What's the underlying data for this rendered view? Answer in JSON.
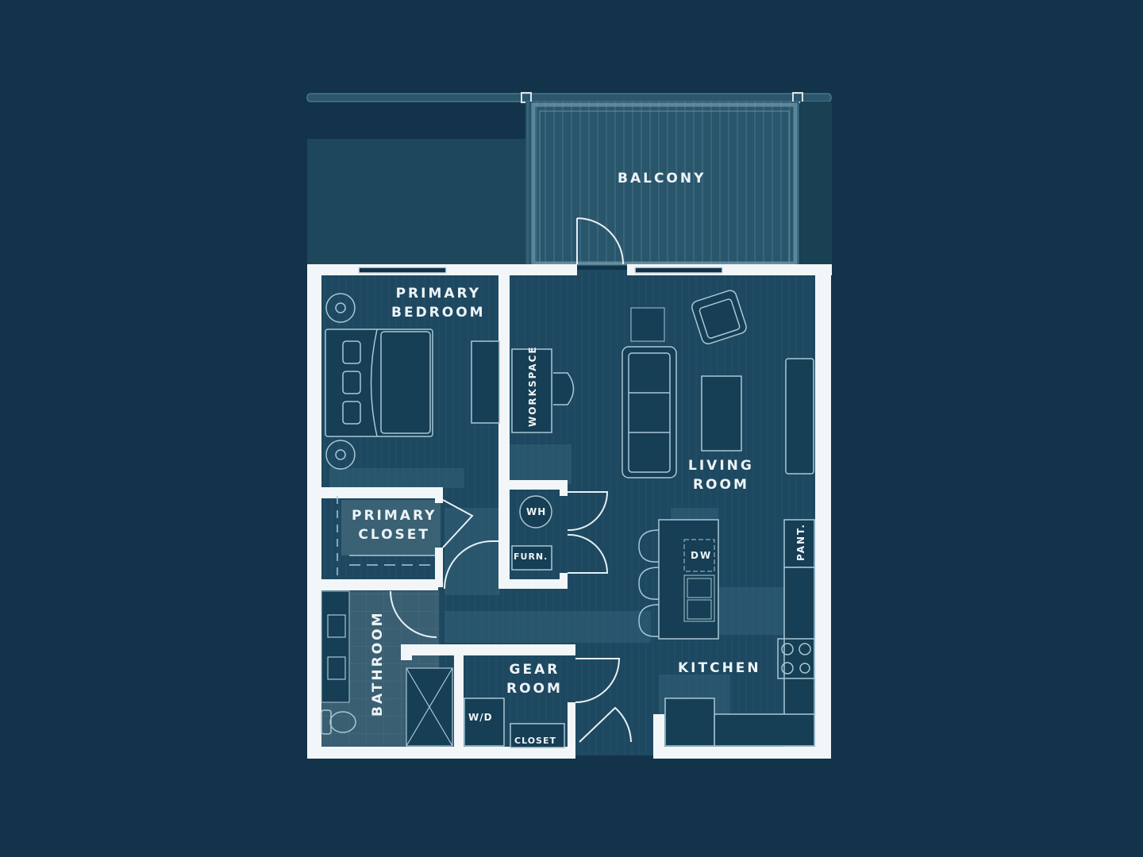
{
  "diagram": {
    "type": "floor-plan",
    "colors": {
      "background": "#12334a",
      "floor": "#1d4860",
      "outdoor_area": "#1f475c",
      "walls": "#f2f6f8",
      "fixture_lines": "#a9c7d6",
      "highlight_path": "#3f6b80"
    },
    "rooms": {
      "balcony": {
        "label": "BALCONY"
      },
      "primary_bedroom": {
        "line1": "PRIMARY",
        "line2": "BEDROOM"
      },
      "workspace": {
        "label": "WORKSPACE"
      },
      "living_room": {
        "line1": "LIVING",
        "line2": "ROOM"
      },
      "primary_closet": {
        "line1": "PRIMARY",
        "line2": "CLOSET"
      },
      "bathroom": {
        "label": "BATHROOM"
      },
      "gear_room": {
        "line1": "GEAR",
        "line2": "ROOM"
      },
      "kitchen": {
        "label": "KITCHEN"
      }
    },
    "fixtures": {
      "water_heater": "WH",
      "furnace": "FURN.",
      "dishwasher": "DW",
      "pantry": "PANT.",
      "washer_dryer": "W/D",
      "closet": "CLOSET"
    }
  }
}
